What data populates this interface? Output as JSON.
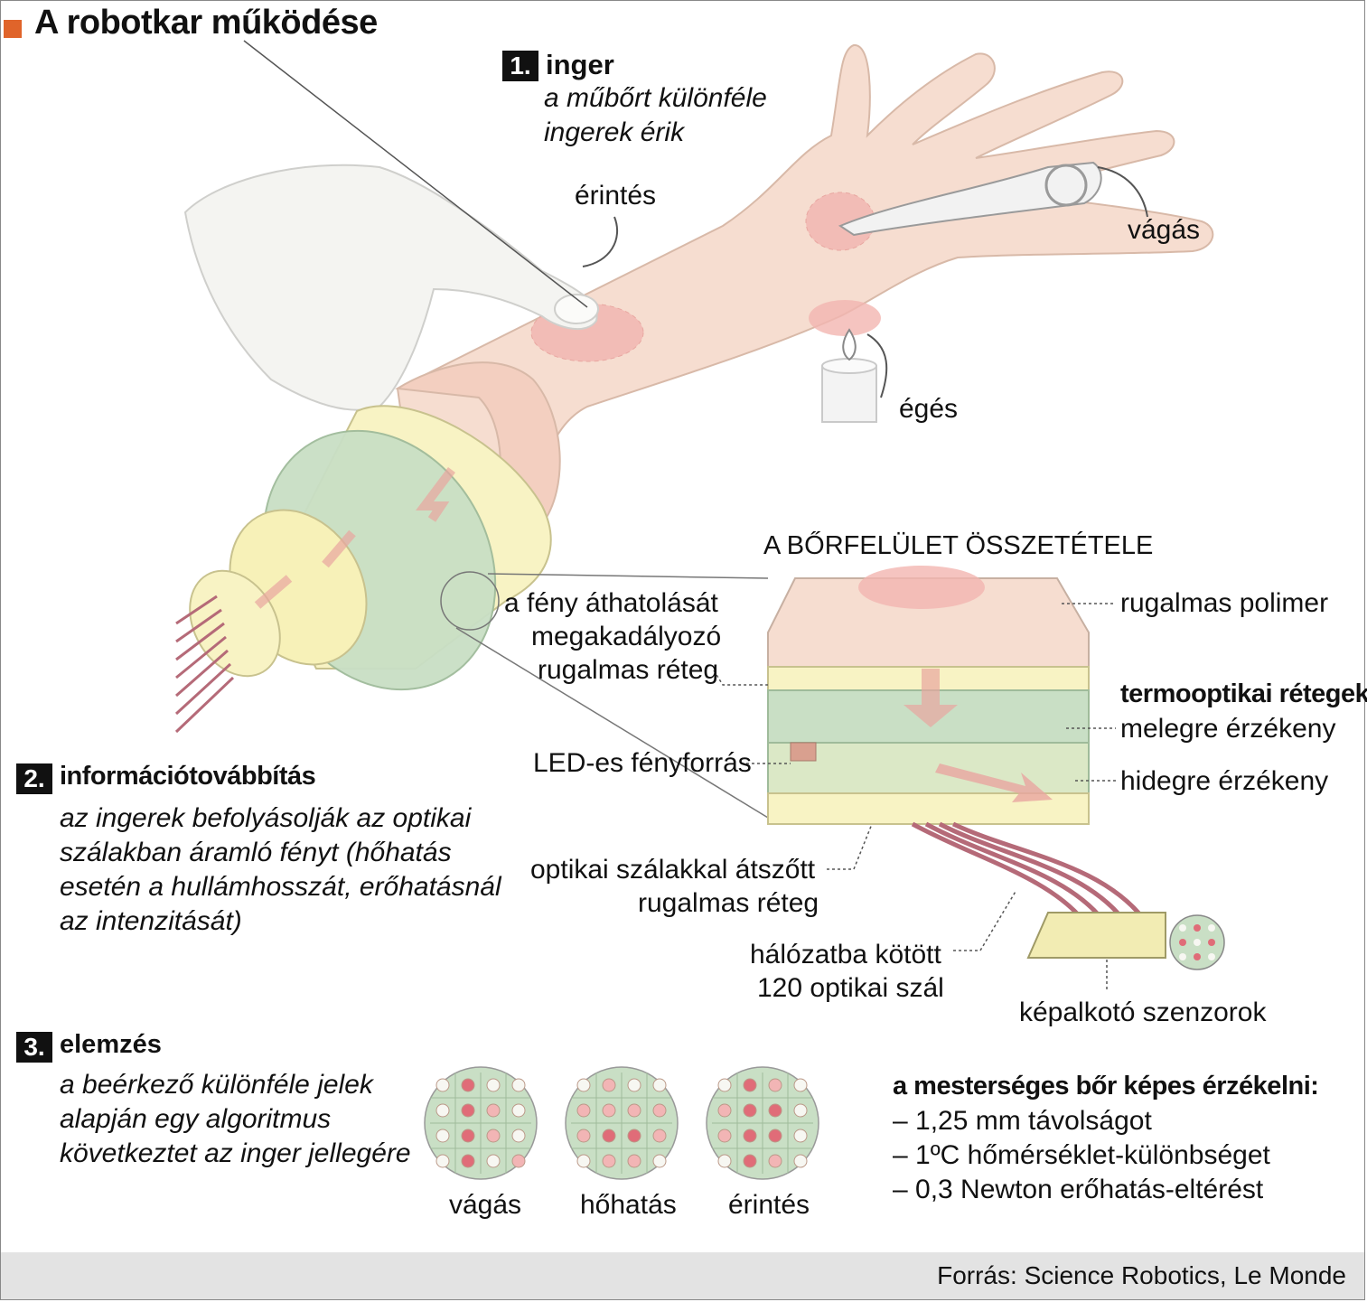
{
  "title": "A robotkar működése",
  "step1": {
    "num": "1.",
    "title": "inger",
    "desc": [
      "a műbőrt különféle",
      "ingerek érik"
    ]
  },
  "stimuli": {
    "touch": "érintés",
    "cut": "vágás",
    "burn": "égés"
  },
  "layers": {
    "heading": "A BŐRFELÜLET ÖSSZETÉTELE",
    "polymer": "rugalmas polimer",
    "light_block": [
      "a fény áthatolását",
      "megakadályozó",
      "rugalmas réteg"
    ],
    "thermo_title": "termooptikai rétegek:",
    "warm": "melegre érzékeny",
    "cold": "hidegre érzékeny",
    "led": "LED-es fényforrás",
    "fiber_woven": [
      "optikai szálakkal átszőtt",
      "rugalmas réteg"
    ],
    "fibers": [
      "hálózatba kötött",
      "120 optikai szál"
    ],
    "sensors": "képalkotó szenzorok"
  },
  "step2": {
    "num": "2.",
    "title": "információtovábbítás",
    "desc": [
      "az ingerek befolyásolják az optikai",
      "szálakban áramló fényt (hőhatás",
      "esetén a hullámhosszát, erőhatásnál",
      "az intenzitását)"
    ]
  },
  "step3": {
    "num": "3.",
    "title": "elemzés",
    "desc": [
      "a beérkező különféle jelek",
      "alapján egy algoritmus",
      "következtet az inger jellegére"
    ]
  },
  "patterns": [
    {
      "label": "vágás",
      "dots": [
        0,
        2,
        0,
        0,
        0,
        2,
        1,
        0,
        0,
        2,
        1,
        0,
        0,
        2,
        0,
        1
      ]
    },
    {
      "label": "hőhatás",
      "dots": [
        0,
        1,
        0,
        0,
        1,
        1,
        1,
        1,
        1,
        2,
        2,
        1,
        0,
        1,
        1,
        0
      ]
    },
    {
      "label": "érintés",
      "dots": [
        0,
        2,
        1,
        0,
        1,
        2,
        2,
        0,
        1,
        2,
        2,
        0,
        0,
        2,
        1,
        0
      ]
    }
  ],
  "capabilities": {
    "title": "a mesterséges bőr képes érzékelni:",
    "items": [
      "– 1,25 mm távolságot",
      "– 1ºC hőmérséklet-különbséget",
      "–  0,3 Newton erőhatás-eltérést"
    ]
  },
  "source": "Forrás: Science Robotics, Le Monde",
  "colors": {
    "accent": "#e0642a",
    "skin": "#f6ddd0",
    "pink": "#f2b5b0",
    "yellow": "#f7f1b8",
    "green": "#c9dfc5",
    "fiber": "#b56a78"
  }
}
